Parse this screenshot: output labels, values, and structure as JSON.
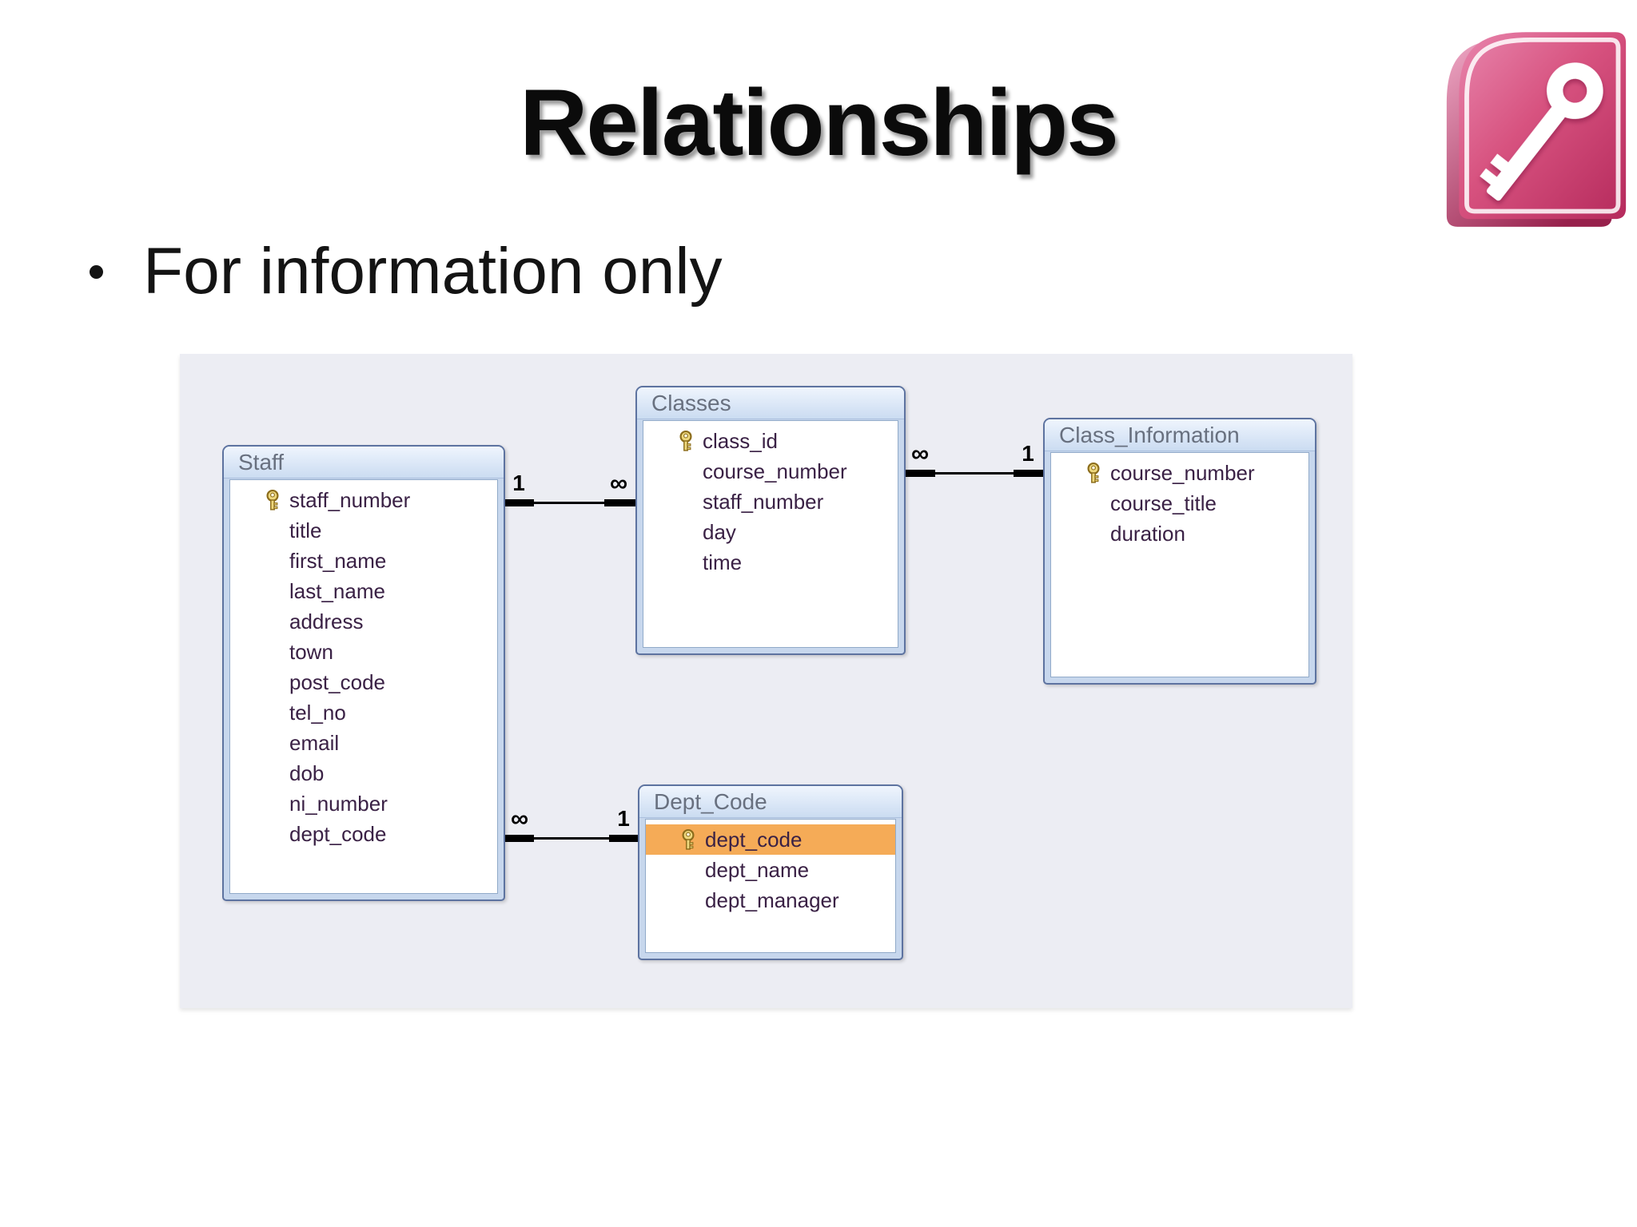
{
  "slide": {
    "title": "Relationships",
    "bullet_glyph": "•",
    "bullet_text": "For information only"
  },
  "logo": {
    "name": "microsoft-access-logo",
    "brand_color": "#c93266"
  },
  "diagram": {
    "background_color": "#ecedf3",
    "highlight_color": "#f5ab57",
    "tables": [
      {
        "name": "Staff",
        "fields": [
          {
            "name": "staff_number",
            "pk": true
          },
          {
            "name": "title"
          },
          {
            "name": "first_name"
          },
          {
            "name": "last_name"
          },
          {
            "name": "address"
          },
          {
            "name": "town"
          },
          {
            "name": "post_code"
          },
          {
            "name": "tel_no"
          },
          {
            "name": "email"
          },
          {
            "name": "dob"
          },
          {
            "name": "ni_number"
          },
          {
            "name": "dept_code"
          }
        ]
      },
      {
        "name": "Classes",
        "fields": [
          {
            "name": "class_id",
            "pk": true
          },
          {
            "name": "course_number"
          },
          {
            "name": "staff_number"
          },
          {
            "name": "day"
          },
          {
            "name": "time"
          }
        ]
      },
      {
        "name": "Class_Information",
        "fields": [
          {
            "name": "course_number",
            "pk": true
          },
          {
            "name": "course_title"
          },
          {
            "name": "duration"
          }
        ]
      },
      {
        "name": "Dept_Code",
        "fields": [
          {
            "name": "dept_code",
            "pk": true,
            "highlighted": true
          },
          {
            "name": "dept_name"
          },
          {
            "name": "dept_manager"
          }
        ]
      }
    ],
    "relationships": [
      {
        "from": "Staff",
        "to": "Classes",
        "from_label": "1",
        "to_label": "∞"
      },
      {
        "from": "Classes",
        "to": "Class_Information",
        "from_label": "∞",
        "to_label": "1"
      },
      {
        "from": "Staff",
        "to": "Dept_Code",
        "from_label": "∞",
        "to_label": "1"
      }
    ]
  }
}
